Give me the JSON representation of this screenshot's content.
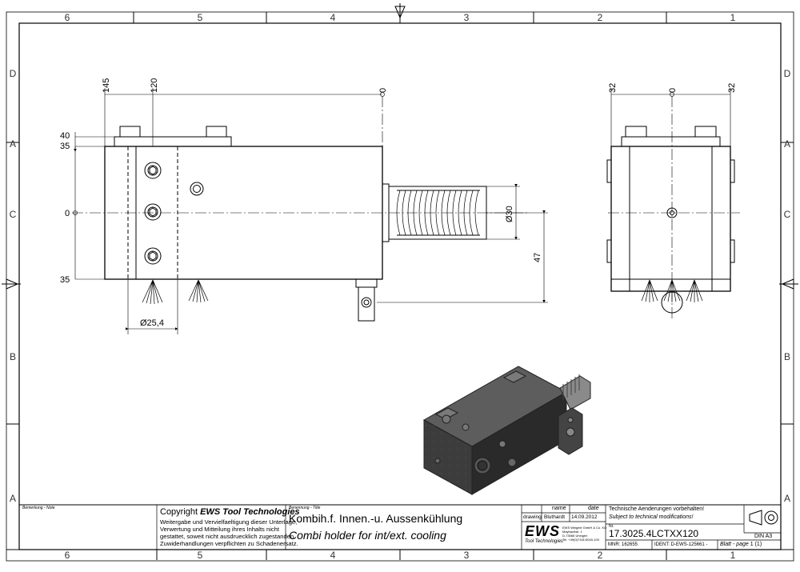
{
  "frame": {
    "top_numbers": [
      "6",
      "5",
      "4",
      "3",
      "2",
      "1"
    ],
    "bottom_numbers": [
      "6",
      "5",
      "4",
      "3",
      "2",
      "1"
    ],
    "left_letters": [
      "D",
      "A",
      "C",
      "B",
      "A"
    ],
    "right_letters": [
      "D",
      "A",
      "C",
      "B",
      "A"
    ]
  },
  "front_view": {
    "dims": {
      "top_145": "145",
      "top_120": "120",
      "top_0": "0",
      "left_40": "40",
      "left_35_top": "35",
      "left_0": "0",
      "left_35_bottom": "35",
      "dia_30": "Ø30",
      "dim_47": "47",
      "dia_25_4": "Ø25,4"
    }
  },
  "side_view": {
    "dims": {
      "left_32": "32",
      "center_0": "0",
      "right_32": "32"
    }
  },
  "title_block": {
    "remark_label": "Bemerkung - Note",
    "copyright_prefix": "Copyright",
    "copyright_brand": "EWS Tool Technologies",
    "copyright_lines": [
      "Weitergabe und Vervielfaeltigung dieser Unterlage,",
      "Verwertung und Mitteilung ihres Inhalts nicht",
      "gestattet, soweit nicht ausdruecklich zugestanden.",
      "Zuwiderhandlungen verpflichten zu Schadenersatz."
    ],
    "designation_label": "Benennung - Title",
    "title_de": "Kombih.f. Innen.-u. Aussenkühlung",
    "title_en": "Combi holder for int/ext. cooling",
    "name_header": "name",
    "date_header": "date",
    "drawing_label": "drawing",
    "drawn_by": "Bluthardt",
    "drawn_date": "14.09.2012",
    "company_logo": "EWS",
    "company_sub": "Tool Technologies",
    "company_address": [
      "EWS Weigele GmbH & Co. KG",
      "Maybachstr. 1",
      "D-73066 Uhingen",
      "Tel. +49(0)7161/3040-100"
    ],
    "tech_note_de": "Technische Aenderungen vorbehalten!",
    "tech_note_en": "Subject to technical modifications!",
    "nr_label": "Nr.",
    "part_number": "17.3025.4LCTXX120",
    "mnr": "MNR: 162655",
    "ident": "IDENT: D-EWS-125661 -",
    "sheet_label": "Blatt - page",
    "sheet_value": "1 (1)",
    "format": "DIN A3"
  }
}
